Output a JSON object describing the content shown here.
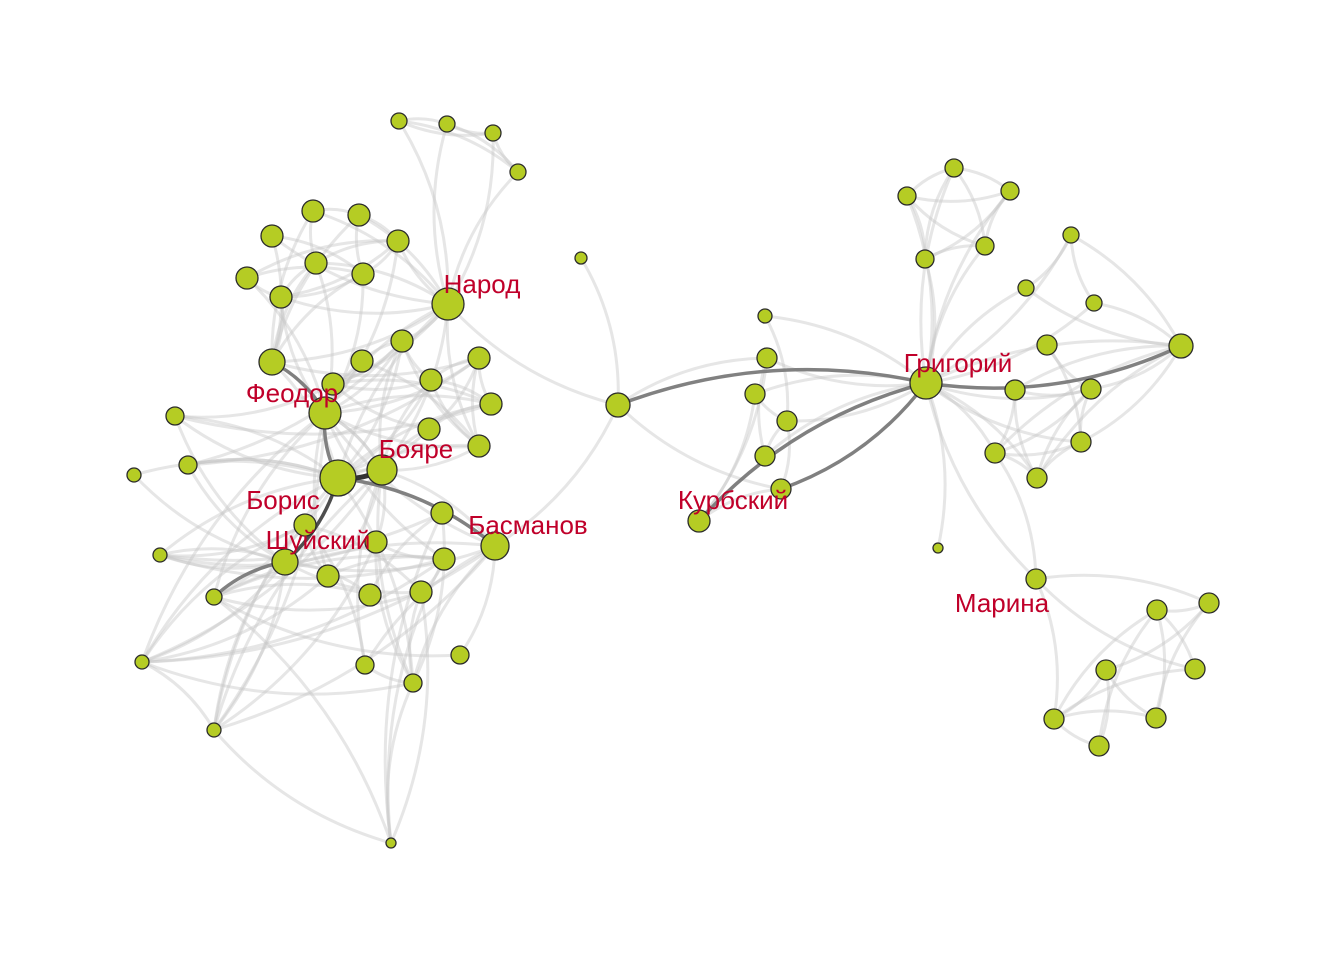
{
  "title": "",
  "colors": {
    "node_fill": "#b5cc24",
    "node_stroke": "#2b2b2b",
    "label": "#c0002a",
    "edge_light": "#c8c8c8",
    "edge_mid": "#7a7a7a",
    "edge_dark": "#2a2a2a"
  },
  "labels": {
    "narod": "Народ",
    "feodor": "Феодор",
    "boyare": "Бояре",
    "boris": "Борис",
    "shuisky": "Шуйский",
    "basmanov": "Басманов",
    "kurbsky": "Курбский",
    "grigory": "Григорий",
    "marina": "Марина"
  }
}
